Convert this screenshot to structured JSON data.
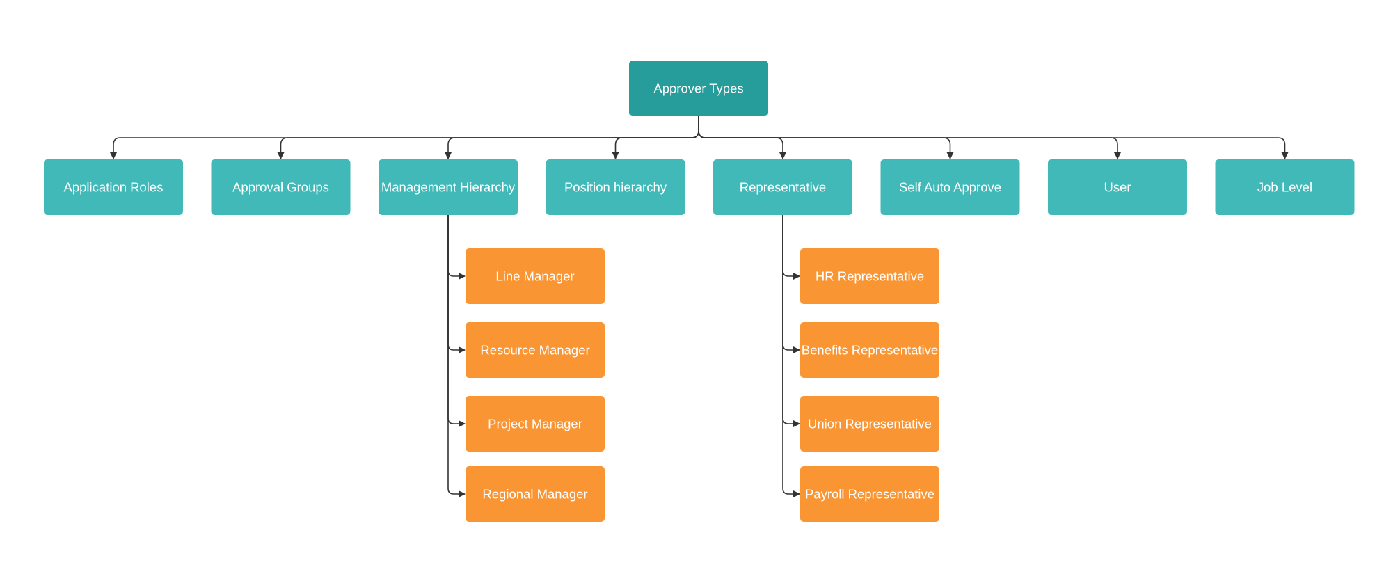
{
  "diagram": {
    "colors": {
      "root": "#269D9B",
      "category": "#40B9B8",
      "sub_item": "#F99533",
      "connector": "#333333",
      "text": "#FFFFFF"
    },
    "root": {
      "label": "Approver Types"
    },
    "categories": [
      {
        "label": "Application Roles"
      },
      {
        "label": "Approval Groups"
      },
      {
        "label": "Management Hierarchy",
        "children": [
          "Line Manager",
          "Resource Manager",
          "Project Manager",
          "Regional Manager"
        ]
      },
      {
        "label": "Position hierarchy"
      },
      {
        "label": "Representative",
        "children": [
          "HR Representative",
          "Benefits Representative",
          "Union Representative",
          "Payroll Representative"
        ]
      },
      {
        "label": "Self Auto Approve"
      },
      {
        "label": "User"
      },
      {
        "label": "Job Level"
      }
    ]
  }
}
